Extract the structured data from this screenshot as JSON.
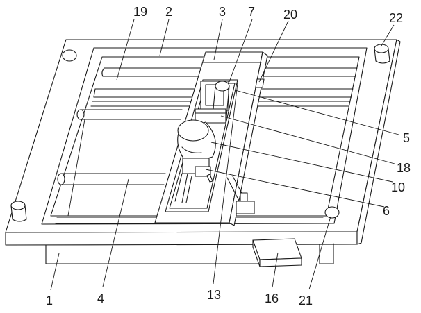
{
  "labels": {
    "l1": "1",
    "l2": "2",
    "l3": "3",
    "l4": "4",
    "l5": "5",
    "l6": "6",
    "l7": "7",
    "l10": "10",
    "l13": "13",
    "l16": "16",
    "l18": "18",
    "l19": "19",
    "l20": "20",
    "l21": "21",
    "l22": "22"
  }
}
